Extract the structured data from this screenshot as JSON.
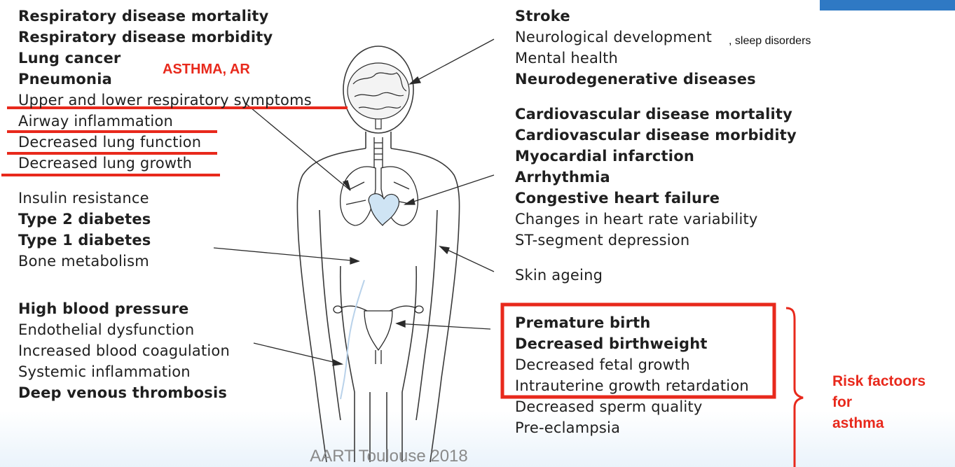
{
  "left_groups": [
    {
      "items": [
        {
          "text": "Respiratory disease mortality",
          "bold": true
        },
        {
          "text": "Respiratory disease morbidity",
          "bold": true
        },
        {
          "text": "Lung cancer",
          "bold": true
        },
        {
          "text": "Pneumonia",
          "bold": true
        },
        {
          "text": "Upper and lower respiratory symptoms",
          "bold": false
        },
        {
          "text": "Airway inflammation",
          "bold": false
        },
        {
          "text": "Decreased lung function",
          "bold": false
        },
        {
          "text": "Decreased lung growth",
          "bold": false
        }
      ]
    },
    {
      "items": [
        {
          "text": "Insulin resistance",
          "bold": false
        },
        {
          "text": "Type 2 diabetes",
          "bold": true
        },
        {
          "text": "Type 1 diabetes",
          "bold": true
        },
        {
          "text": "Bone metabolism",
          "bold": false
        }
      ]
    },
    {
      "items": [
        {
          "text": "High blood pressure",
          "bold": true
        },
        {
          "text": "Endothelial dysfunction",
          "bold": false
        },
        {
          "text": "Increased blood coagulation",
          "bold": false
        },
        {
          "text": "Systemic inflammation",
          "bold": false
        },
        {
          "text": "Deep venous thrombosis",
          "bold": true
        }
      ]
    }
  ],
  "right_groups": [
    {
      "items": [
        {
          "text": "Stroke",
          "bold": true
        },
        {
          "text": "Neurological development",
          "bold": false
        },
        {
          "text": "Mental health",
          "bold": false
        },
        {
          "text": "Neurodegenerative diseases",
          "bold": true
        }
      ]
    },
    {
      "items": [
        {
          "text": "Cardiovascular disease mortality",
          "bold": true
        },
        {
          "text": "Cardiovascular disease morbidity",
          "bold": true
        },
        {
          "text": "Myocardial infarction",
          "bold": true
        },
        {
          "text": "Arrhythmia",
          "bold": true
        },
        {
          "text": "Congestive heart failure",
          "bold": true
        },
        {
          "text": "Changes in heart rate variability",
          "bold": false
        },
        {
          "text": "ST-segment depression",
          "bold": false
        }
      ]
    },
    {
      "items": [
        {
          "text": "Skin ageing",
          "bold": false
        }
      ]
    },
    {
      "items": [
        {
          "text": "Premature birth",
          "bold": true
        },
        {
          "text": "Decreased birthweight",
          "bold": true
        },
        {
          "text": "Decreased fetal growth",
          "bold": false
        },
        {
          "text": "Intrauterine growth retardation",
          "bold": false
        },
        {
          "text": "Decreased sperm quality",
          "bold": false
        },
        {
          "text": "Pre-eclampsia",
          "bold": false
        }
      ]
    }
  ],
  "annotations": {
    "asthma_ar": "ASTHMA, AR",
    "sleep_disorders": ", sleep disorders",
    "risk_factors": [
      "Risk factoors",
      "for",
      "asthma"
    ]
  },
  "footer": "AART  Toulouse  2018",
  "colors": {
    "annotation_red": "#e8291c",
    "accent_blue": "#2f79c4"
  }
}
